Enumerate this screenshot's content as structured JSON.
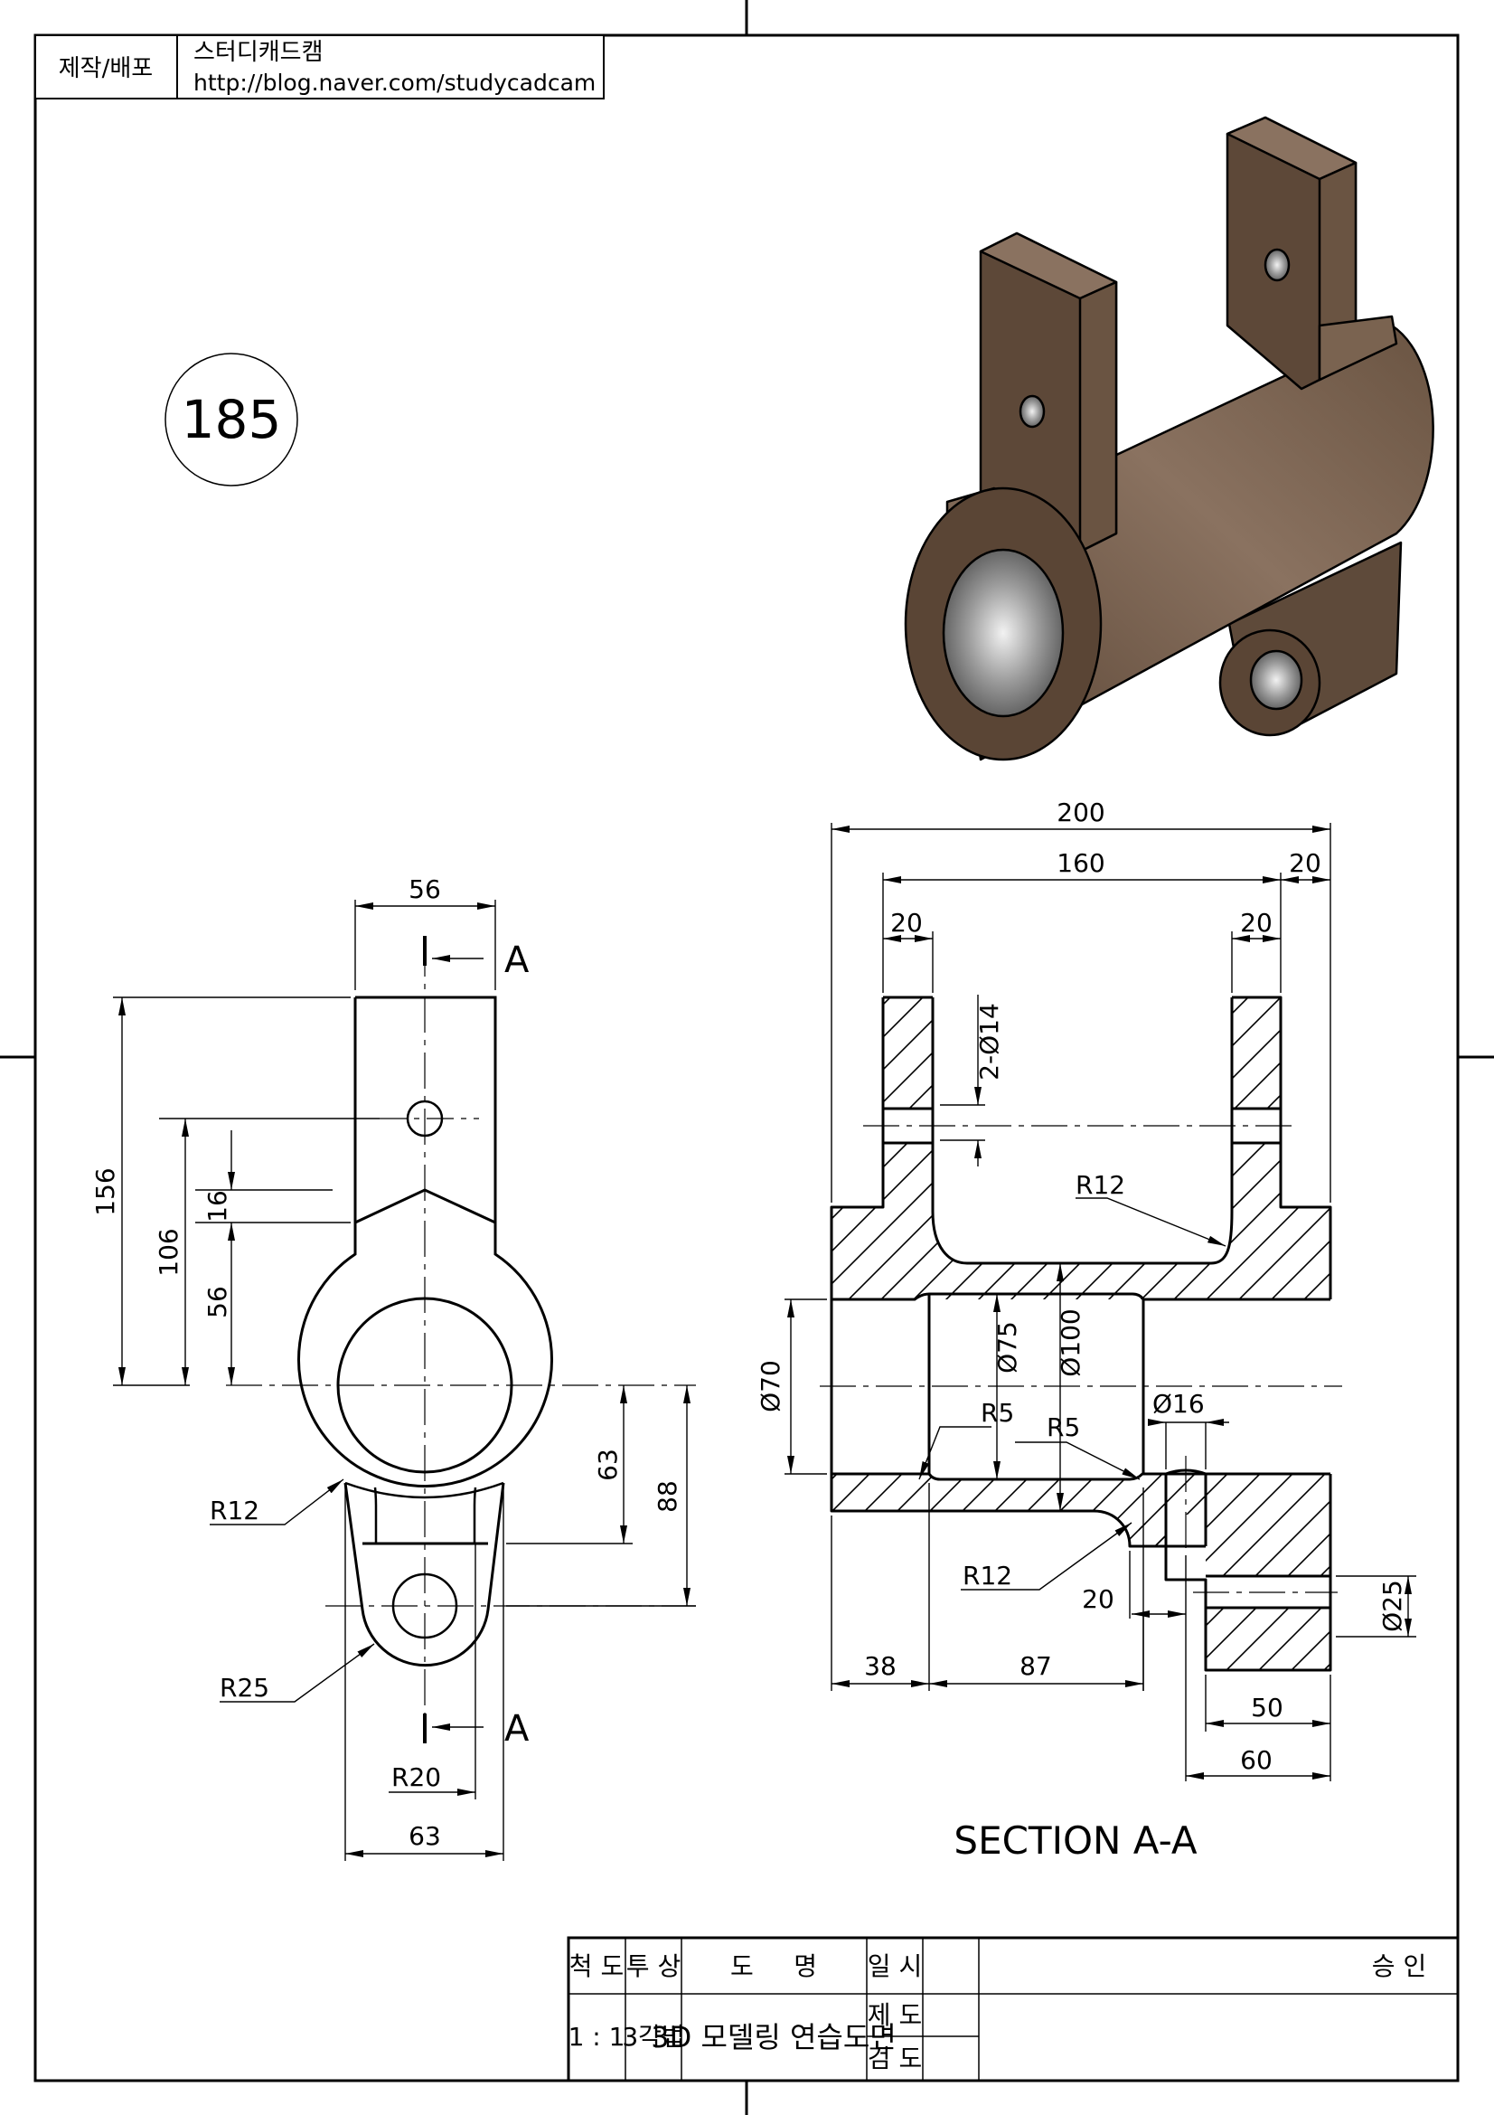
{
  "header": {
    "producer_label": "제작/배포",
    "producer_name": "스터디캐드캠",
    "producer_url": "http://blog.naver.com/studycadcam"
  },
  "drawing_number": "185",
  "section_marker": "A",
  "section_title": "SECTION A-A",
  "front_view": {
    "dims": {
      "top_width": "56",
      "overall_height": "156",
      "hole_height": "106",
      "notch": "16",
      "lower_height": "56",
      "boss_drop": "63",
      "lug_drop": "88",
      "r_fillet_upper": "R12",
      "r_lug": "R25",
      "r_lug_inner": "R20",
      "lug_width": "63"
    }
  },
  "section_view": {
    "dims": {
      "overall_length": "200",
      "ear_span": "160",
      "right_offset": "20",
      "left_ear_width": "20",
      "right_ear_width": "20",
      "ear_holes": "2-Ø14",
      "r_top": "R12",
      "bore_end": "Ø70",
      "bore_mid": "Ø75",
      "outer_dia": "Ø100",
      "r_left": "R5",
      "r_right": "R5",
      "cross_hole": "Ø16",
      "r_bottom": "R12",
      "lug_gap": "20",
      "lug_bore": "Ø25",
      "left_len": "38",
      "mid_len": "87",
      "lug_len": "50",
      "lug_total": "60"
    }
  },
  "title_block": {
    "scale_label": "척 도",
    "projection_label": "투 상",
    "name_label": "도     명",
    "date_label": "일 시",
    "approve_label": "승 인",
    "scale_value": "1 : 1",
    "projection_value": "3각법",
    "name_value": "3D 모델링 연습도면",
    "drafted_label": "제 도",
    "checked_label": "검 도"
  }
}
